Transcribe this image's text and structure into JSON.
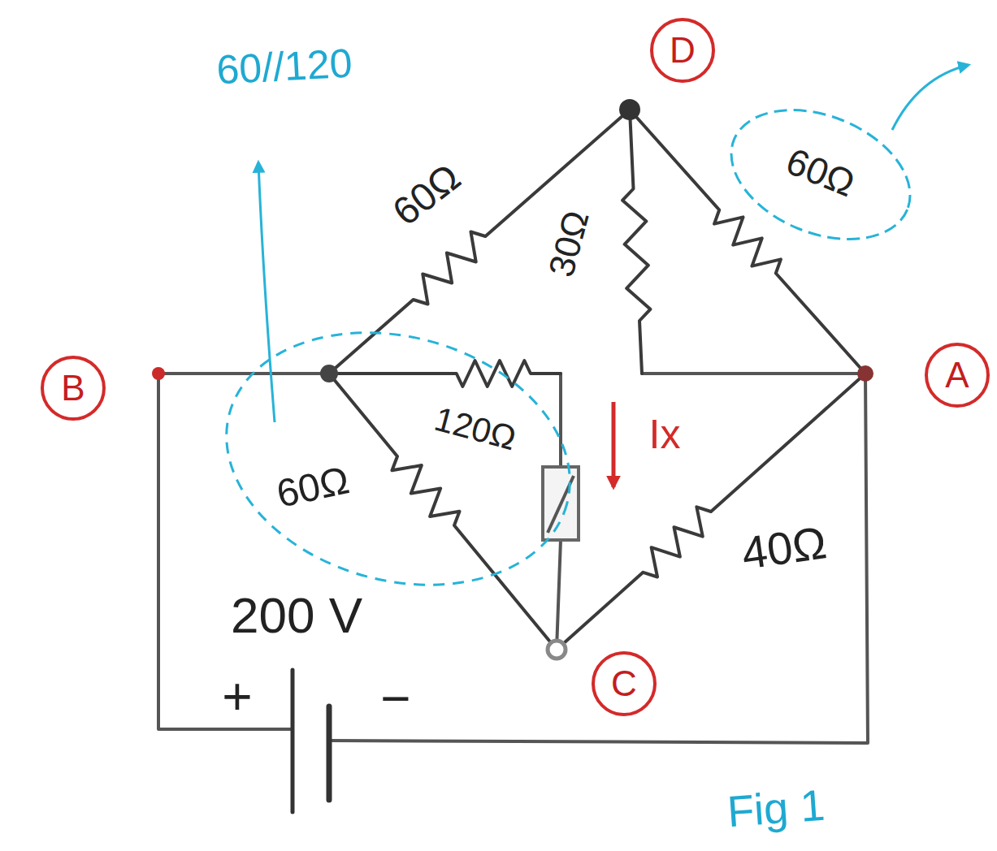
{
  "diagram": {
    "caption": "Fig 1",
    "nodes": [
      {
        "text": [
          "D"
        ]
      },
      {
        "text": [
          "B"
        ]
      },
      {
        "text": [
          "A"
        ]
      },
      {
        "text": [
          "C"
        ]
      }
    ],
    "labels": [
      "60//120",
      "60Ω",
      "30Ω",
      "60Ω",
      "120Ω",
      "Ix",
      "60Ω",
      "40Ω",
      "200 V",
      "+",
      "−"
    ]
  }
}
